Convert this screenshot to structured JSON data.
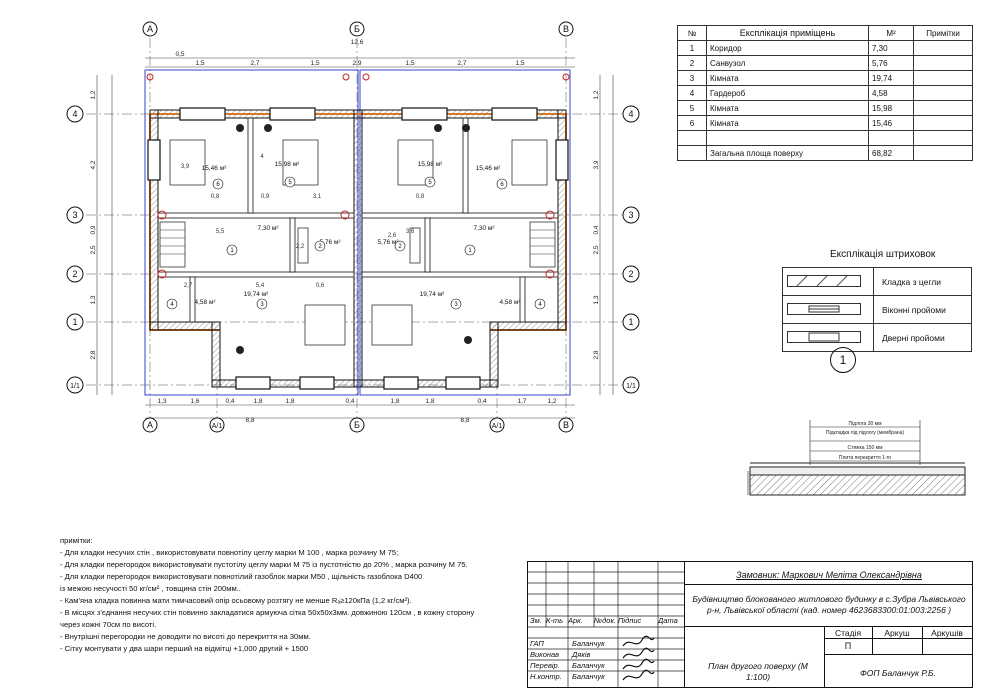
{
  "plan": {
    "axes": {
      "top": [
        "А",
        "Б",
        "В"
      ],
      "bottom": [
        "А",
        "А/1",
        "Б",
        "А/1",
        "В"
      ],
      "left": [
        "4",
        "3",
        "2",
        "1",
        "1/1"
      ],
      "right": [
        "4",
        "3",
        "2",
        "1",
        "1/1"
      ]
    },
    "top_dims_1": [
      "0,5",
      "12,6"
    ],
    "top_dims_2": [
      "1,5",
      "2,7",
      "1,5",
      "2,9",
      "1,5",
      "2,7",
      "1,5"
    ],
    "bottom_dims_1": [
      "1,3",
      "1,6",
      "0,4",
      "1,8",
      "1,8",
      "0,4",
      "1,8",
      "1,8",
      "0,4",
      "1,7",
      "1,2"
    ],
    "bottom_dims_2": [
      "8,8",
      "8,8"
    ],
    "left_dims": [
      "1,2",
      "4,2",
      "0,9",
      "2,5",
      "1,3",
      "2,8"
    ],
    "right_dims": [
      "1,2",
      "3,9",
      "0,4",
      "2,5",
      "1,3",
      "2,8"
    ],
    "rooms": [
      {
        "n": "6",
        "area": "15,46 м²"
      },
      {
        "n": "5",
        "area": "15,98 м²"
      },
      {
        "n": "5",
        "area": "15,98 м²"
      },
      {
        "n": "6",
        "area": "15,46 м²"
      },
      {
        "n": "1",
        "area": "7,30 м²"
      },
      {
        "n": "2",
        "area": "5,76 м²"
      },
      {
        "n": "2",
        "area": "5,76 м²"
      },
      {
        "n": "1",
        "area": "7,30 м²"
      },
      {
        "n": "4",
        "area": "4,58 м²"
      },
      {
        "n": "3",
        "area": "19,74 м²"
      },
      {
        "n": "3",
        "area": "19,74 м²"
      },
      {
        "n": "4",
        "area": "4,58 м²"
      }
    ],
    "inner_dims": [
      "3,9",
      "4",
      "3,1",
      "0,8",
      "0,9",
      "0,8",
      "5,5",
      "5,4",
      "2,7",
      "0,6",
      "3,6",
      "2,2",
      "2,6"
    ],
    "section_marker": "1"
  },
  "rooms_table": {
    "headers": [
      "№",
      "Експлікація приміщень",
      "М²",
      "Примітки"
    ],
    "rows": [
      {
        "n": "1",
        "name": "Коридор",
        "area": "7,30"
      },
      {
        "n": "2",
        "name": "Санвузол",
        "area": "5,76"
      },
      {
        "n": "3",
        "name": "Кімната",
        "area": "19,74"
      },
      {
        "n": "4",
        "name": "Гардероб",
        "area": "4,58"
      },
      {
        "n": "5",
        "name": "Кімната",
        "area": "15,98"
      },
      {
        "n": "6",
        "name": "Кімната",
        "area": "15,46"
      }
    ],
    "total_label": "Загальна площа поверху",
    "total_value": "68,82"
  },
  "hatch_legend": {
    "title": "Експлікація штриховок",
    "rows": [
      "Кладка з цегли",
      "Віконні пройоми",
      "Дверні пройоми"
    ]
  },
  "floor_section": {
    "layers": [
      "Підлога 30 мм",
      "Підкладка під підлогу (мембрана)",
      "Стяжка 150 мм",
      "Плита перекриття 1-го"
    ]
  },
  "notes": {
    "title": "примітки:",
    "lines": [
      "- Для кладки несучих стін , використовувати повнотілу цеглу марки М 100 , марка розчину М 75;",
      "- Для кладки перегородок використовувати пустотілу цеглу марки М 75 із пустотністю до 20% , марка розчину М 75.",
      "- Для кладки перегородок використовувати повнотілий газоблок марки М50 , щільність газоблока D400",
      "  із межою несучості 50 кг/см² , товщина стін 200мм..",
      "- Кам'яна кладка повинна мати тимчасовий опір осьовому розтягу не менше Rₐ≥120кПа (1,2 кг/см²).",
      "- В місцях з'єднання несучих стін повинно закладатися армуюча сітка 50х50х3мм. довжиною 120см , в кожну сторону",
      "  через кожні 70см по висоті.",
      "- Внутрішні перегородки не доводити по висоті до перекриття на 30мм.",
      "- Сітку монтувати у два шари перший на відмітці +1,000 другий + 1500"
    ]
  },
  "stamp": {
    "customer_label": "Замовник:",
    "customer_name": "Маркович Меліта Олександрівна",
    "project": "Будівництво блокованого житлового будинку в с.Зубра Львівського р-н, Львівської області (кад. номер 4623683300:01:003:2256 )",
    "rev_headers": [
      "Зм.",
      "К-ть",
      "Арк.",
      "№док.",
      "Підпис",
      "Дата"
    ],
    "people": [
      {
        "role": "ГАП",
        "name": "Баланчук"
      },
      {
        "role": "Виконав",
        "name": "Дяків"
      },
      {
        "role": "Перевір.",
        "name": "Баланчук"
      },
      {
        "role": "Н.контр.",
        "name": "Баланчук"
      }
    ],
    "sheet_title": "План другого поверху (М 1:100)",
    "stage_headers": [
      "Стадія",
      "Аркуш",
      "Аркушів"
    ],
    "stage_value": "П",
    "company": "ФОП Баланчук Р.Б."
  }
}
